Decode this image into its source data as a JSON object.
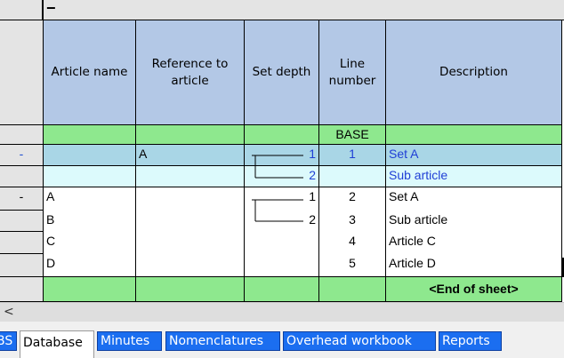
{
  "toolbar": {
    "collapse_symbol": "−"
  },
  "columns": [
    "Article name",
    "Reference to article",
    "Set depth",
    "Line number",
    "Description"
  ],
  "rows": [
    {
      "gutter": "",
      "article": "",
      "reference": "",
      "depth": "",
      "line": "BASE",
      "description": ""
    },
    {
      "gutter": "-",
      "article": "",
      "reference": "A",
      "depth": "1",
      "line": "1",
      "description": "Set A"
    },
    {
      "gutter": "",
      "article": "",
      "reference": "",
      "depth": "2",
      "line": "",
      "description": "Sub article"
    },
    {
      "gutter": "-",
      "article": "A",
      "reference": "",
      "depth": "1",
      "line": "2",
      "description": "Set A"
    },
    {
      "gutter": "",
      "article": "B",
      "reference": "",
      "depth": "2",
      "line": "3",
      "description": "Sub article"
    },
    {
      "gutter": "",
      "article": "C",
      "reference": "",
      "depth": "",
      "line": "4",
      "description": "Article C"
    },
    {
      "gutter": "",
      "article": "D",
      "reference": "",
      "depth": "",
      "line": "5",
      "description": "Article D"
    },
    {
      "gutter": "",
      "article": "",
      "reference": "",
      "depth": "",
      "line": "",
      "description": "<End of sheet>"
    }
  ],
  "scrollbar": {
    "left_arrow": "<"
  },
  "tabs": [
    "BS",
    "Database",
    "Minutes",
    "Nomenclatures",
    "Overhead workbook",
    "Reports"
  ],
  "active_tab": "Database",
  "colors": {
    "header": "#b3c8e6",
    "green_row": "#8ee88e",
    "selected_row": "#a9d6e6",
    "light_cyan_row": "#dcfafc",
    "tab_blue": "#1b6ef0"
  }
}
